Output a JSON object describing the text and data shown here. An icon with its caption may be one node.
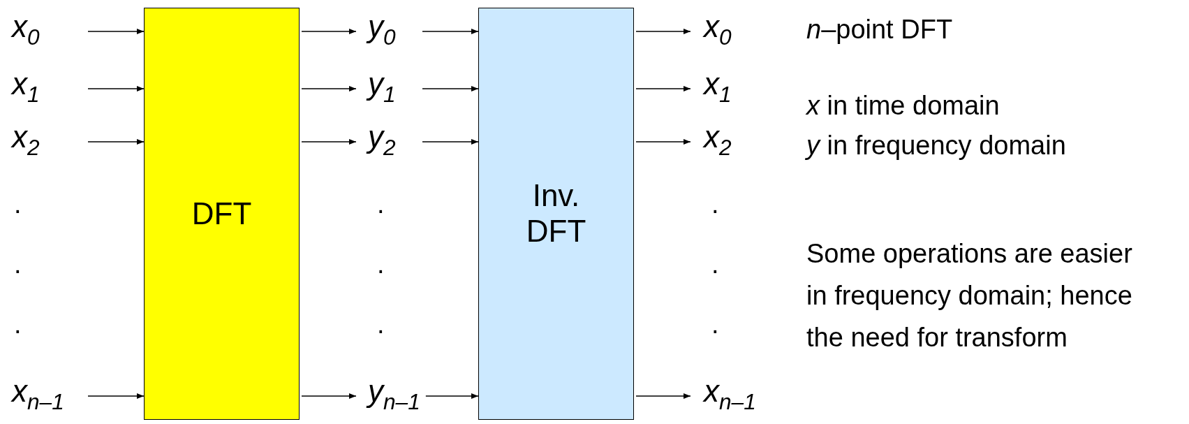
{
  "diagram": {
    "nodes": [
      {
        "text": [
          "*x*$_{0}$"
        ]
      },
      {
        "text": [
          "*x*$_{1}$"
        ]
      },
      {
        "text": [
          "*x*$_{2}$"
        ]
      },
      {
        "text": [
          "*x*$_{n–1}$"
        ]
      },
      {
        "text": [
          "DFT"
        ]
      },
      {
        "text": [
          "*y*$_{0}$"
        ]
      },
      {
        "text": [
          "*y*$_{1}$"
        ]
      },
      {
        "text": [
          "*y*$_{2}$"
        ]
      },
      {
        "text": [
          "*y*$_{n–1}$"
        ]
      },
      {
        "text": [
          "Inv. DFT"
        ]
      },
      {
        "text": [
          "*x*$_{0}$"
        ]
      },
      {
        "text": [
          "*x*$_{1}$"
        ]
      },
      {
        "text": [
          "*x*$_{2}$"
        ]
      },
      {
        "text": [
          "*x*$_{n–1}$"
        ]
      }
    ],
    "edges": [
      {
        "from": 0,
        "to": 4,
        "arrow": "to"
      },
      {
        "from": 1,
        "to": 4,
        "arrow": "to"
      },
      {
        "from": 2,
        "to": 4,
        "arrow": "to"
      },
      {
        "from": 3,
        "to": 4,
        "arrow": "to"
      },
      {
        "from": 4,
        "to": 5,
        "arrow": "to"
      },
      {
        "from": 4,
        "to": 6,
        "arrow": "to"
      },
      {
        "from": 4,
        "to": 7,
        "arrow": "to"
      },
      {
        "from": 4,
        "to": 8,
        "arrow": "to"
      },
      {
        "from": 5,
        "to": 9,
        "arrow": "to"
      },
      {
        "from": 6,
        "to": 9,
        "arrow": "to"
      },
      {
        "from": 7,
        "to": 9,
        "arrow": "to"
      },
      {
        "from": 8,
        "to": 9,
        "arrow": "to"
      },
      {
        "from": 9,
        "to": 10,
        "arrow": "to"
      },
      {
        "from": 9,
        "to": 11,
        "arrow": "to"
      },
      {
        "from": 9,
        "to": 12,
        "arrow": "to"
      },
      {
        "from": 9,
        "to": 13,
        "arrow": "to"
      }
    ],
    "labels": [
      "*n*–point DFT",
      "*x* in time domain",
      "*y* in frequency domain",
      ".",
      ".",
      ".",
      "Some operations are easier in frequency domain; hence the need for transform",
      ".",
      ".",
      ".",
      ".",
      ".",
      "."
    ]
  }
}
